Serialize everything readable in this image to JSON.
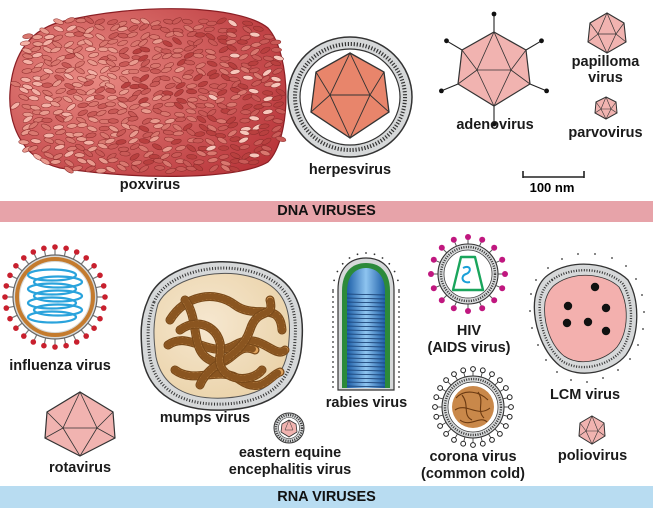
{
  "colors": {
    "dna_band": "#e7a3a9",
    "rna_band": "#b8dcf1",
    "capsid_pink": "#f3b0ae",
    "capsid_salmon": "#e8856b",
    "envelope_gray": "#cfd2d3",
    "spike_red": "#c8202e",
    "helix_blue": "#2aa3dc",
    "nucleocapsid_orange": "#d48c3f",
    "rabies_blue": "#4a90d9",
    "rabies_green": "#2c8a3a",
    "hiv_magenta": "#c0177f",
    "hiv_green": "#1aa55c"
  },
  "dna_section": {
    "band_label": "DNA VIRUSES",
    "viruses": [
      {
        "key": "poxvirus",
        "label": "poxvirus"
      },
      {
        "key": "herpesvirus",
        "label": "herpesvirus"
      },
      {
        "key": "adenovirus",
        "label": "adenovirus"
      },
      {
        "key": "papilloma",
        "label_line1": "papilloma",
        "label_line2": "virus"
      },
      {
        "key": "parvovirus",
        "label": "parvovirus"
      }
    ],
    "scale_bar": {
      "label": "100 nm"
    }
  },
  "rna_section": {
    "band_label": "RNA VIRUSES",
    "viruses": [
      {
        "key": "influenza",
        "label": "influenza virus"
      },
      {
        "key": "rotavirus",
        "label": "rotavirus"
      },
      {
        "key": "mumps",
        "label": "mumps virus"
      },
      {
        "key": "eee",
        "label_line1": "eastern equine",
        "label_line2": "encephalitis virus"
      },
      {
        "key": "rabies",
        "label": "rabies virus"
      },
      {
        "key": "hiv",
        "label_line1": "HIV",
        "label_line2": "(AIDS virus)"
      },
      {
        "key": "corona",
        "label_line1": "corona virus",
        "label_line2": "(common cold)"
      },
      {
        "key": "lcm",
        "label": "LCM virus"
      },
      {
        "key": "polio",
        "label": "poliovirus"
      }
    ]
  }
}
